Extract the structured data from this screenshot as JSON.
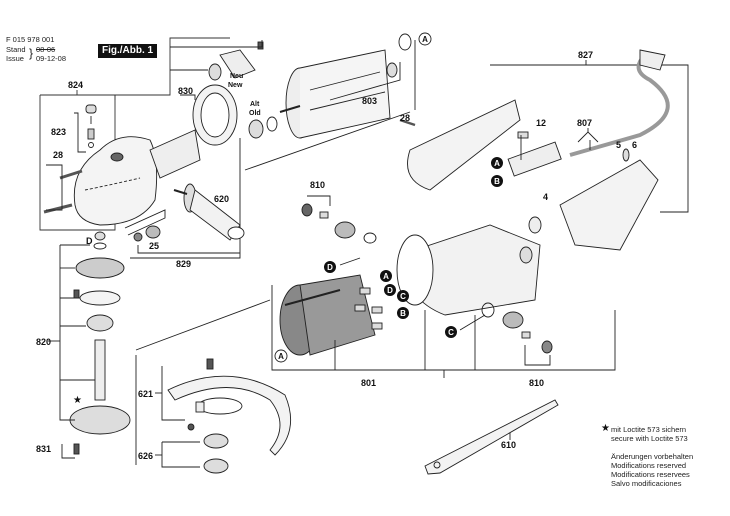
{
  "header": {
    "part_number": "F 015 978 001",
    "stand_label": "Stand",
    "stand_value": "08-06",
    "issue_label": "Issue",
    "issue_value": "09-12-08",
    "figure_label": "Fig./Abb. 1"
  },
  "callouts": {
    "new_de": "Neu",
    "new_en": "New",
    "old_de": "Alt",
    "old_en": "Old"
  },
  "part_labels": {
    "p824": "824",
    "p823": "823",
    "p28a": "28",
    "p830": "830",
    "p803": "803",
    "p620": "620",
    "p25": "25",
    "p829": "829",
    "p827": "827",
    "p28b": "28",
    "p12": "12",
    "p807": "807",
    "p5": "5",
    "p6": "6",
    "p4": "4",
    "p810a": "810",
    "p810b": "810",
    "p801": "801",
    "p820": "820",
    "p621": "621",
    "p626": "626",
    "p831": "831",
    "p610": "610",
    "pD": "D"
  },
  "connection_markers": {
    "A": "A",
    "B": "B",
    "C": "C",
    "D": "D"
  },
  "notes": {
    "star_symbol": "★",
    "loctite_de": "mit Loctite 573 sichern",
    "loctite_en": "secure with Loctite 573",
    "mods_de": "Änderungen vorbehalten",
    "mods_en": "Modifications reserved",
    "mods_fr": "Modifications reservees",
    "mods_es": "Salvo modificaciones"
  }
}
